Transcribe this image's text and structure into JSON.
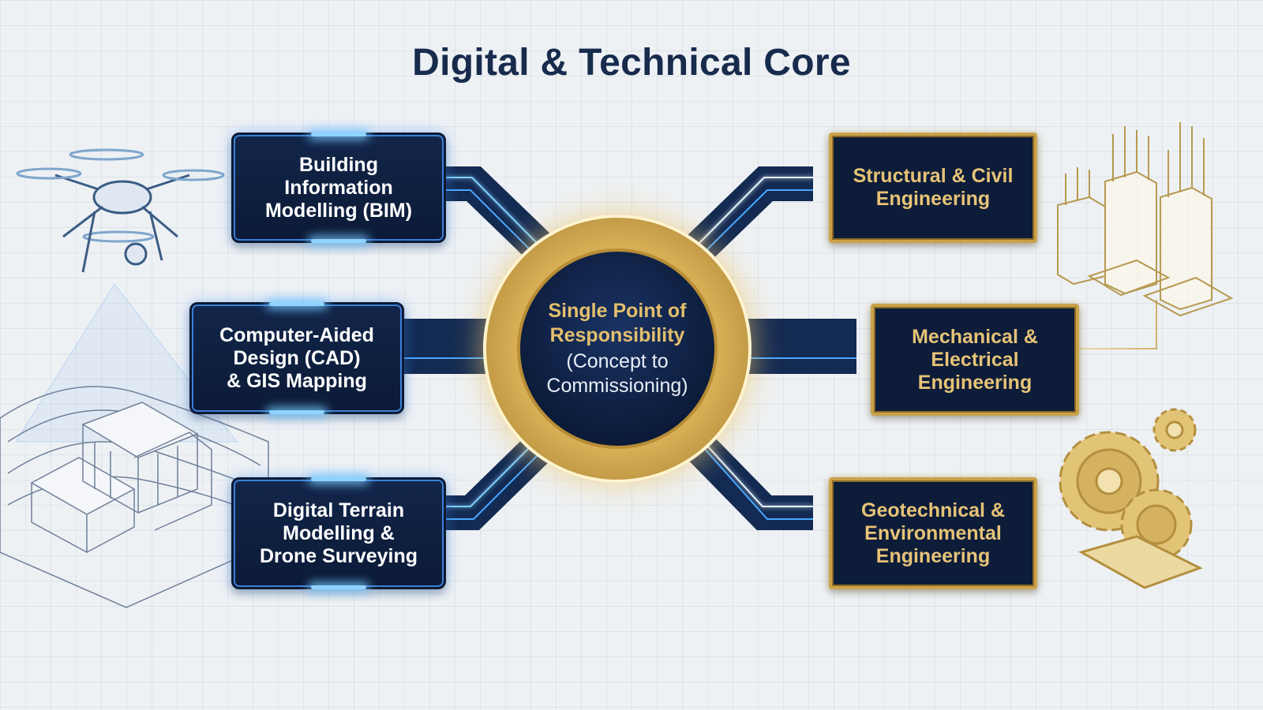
{
  "title": "Digital & Technical Core",
  "hub": {
    "main": "Single Point of\nResponsibility",
    "sub": "(Concept to\nCommissioning)"
  },
  "left_boxes": [
    {
      "label": "Building Information\nModelling (BIM)"
    },
    {
      "label": "Computer-Aided\nDesign (CAD)\n& GIS Mapping"
    },
    {
      "label": "Digital Terrain\nModelling &\nDrone Surveying"
    }
  ],
  "right_boxes": [
    {
      "label": "Structural & Civil\nEngineering"
    },
    {
      "label": "Mechanical &\nElectrical\nEngineering"
    },
    {
      "label": "Geotechnical &\nEnvironmental\nEngineering"
    }
  ],
  "illustrations": [
    "drone-icon",
    "terrain-buildings-icon",
    "rebar-columns-icon",
    "gears-icon"
  ],
  "colors": {
    "navy": "#0d1c39",
    "gold": "#c9a24a",
    "glow_blue": "#4aa8ff",
    "title": "#172b4d"
  }
}
